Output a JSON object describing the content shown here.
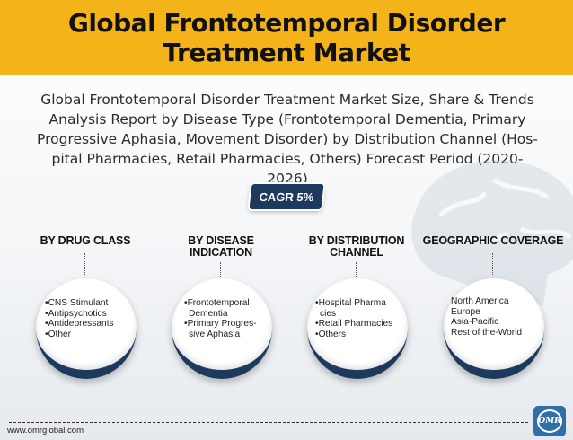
{
  "header": {
    "title": "Global Frontotemporal Disorder Treatment Market"
  },
  "subtitle": "Global Frontotemporal Disorder Treatment Market Size, Share & Trends Analysis Report by Disease Type (Frontotemporal Dementia, Primary Progressive Aphasia, Movement Disorder) by Distribution Channel (Hos-pital Pharmacies, Retail Pharmacies, Others) Forecast Period (2020-2026)",
  "cagr": "CAGR 5%",
  "segments": [
    {
      "title": "BY DRUG CLASS",
      "items": [
        "•CNS Stimulant",
        "•Antipsychotics",
        "•Antidepressants",
        "•Other"
      ]
    },
    {
      "title": "BY DISEASE INDICATION",
      "items": [
        "•Frontotemporal",
        "Dementia",
        "•Primary Progres-",
        "sive Aphasia"
      ]
    },
    {
      "title": "BY DISTRIBUTION CHANNEL",
      "items": [
        "•Hospital Pharma",
        "cies",
        "•Retail Pharmacies",
        "•Others"
      ]
    },
    {
      "title": "GEOGRAPHIC COVERAGE",
      "items": [
        "North America",
        "Europe",
        "Asia-Pacific",
        "Rest of the-World"
      ]
    }
  ],
  "footer": {
    "url": "www.omrglobal.com",
    "logo_text": "OMR"
  },
  "colors": {
    "header_bg": "#f5b31a",
    "navy": "#1d3a5e",
    "logo_blue": "#2f6fa8"
  },
  "icons": [
    "brain-icon",
    "omr-logo-icon"
  ]
}
